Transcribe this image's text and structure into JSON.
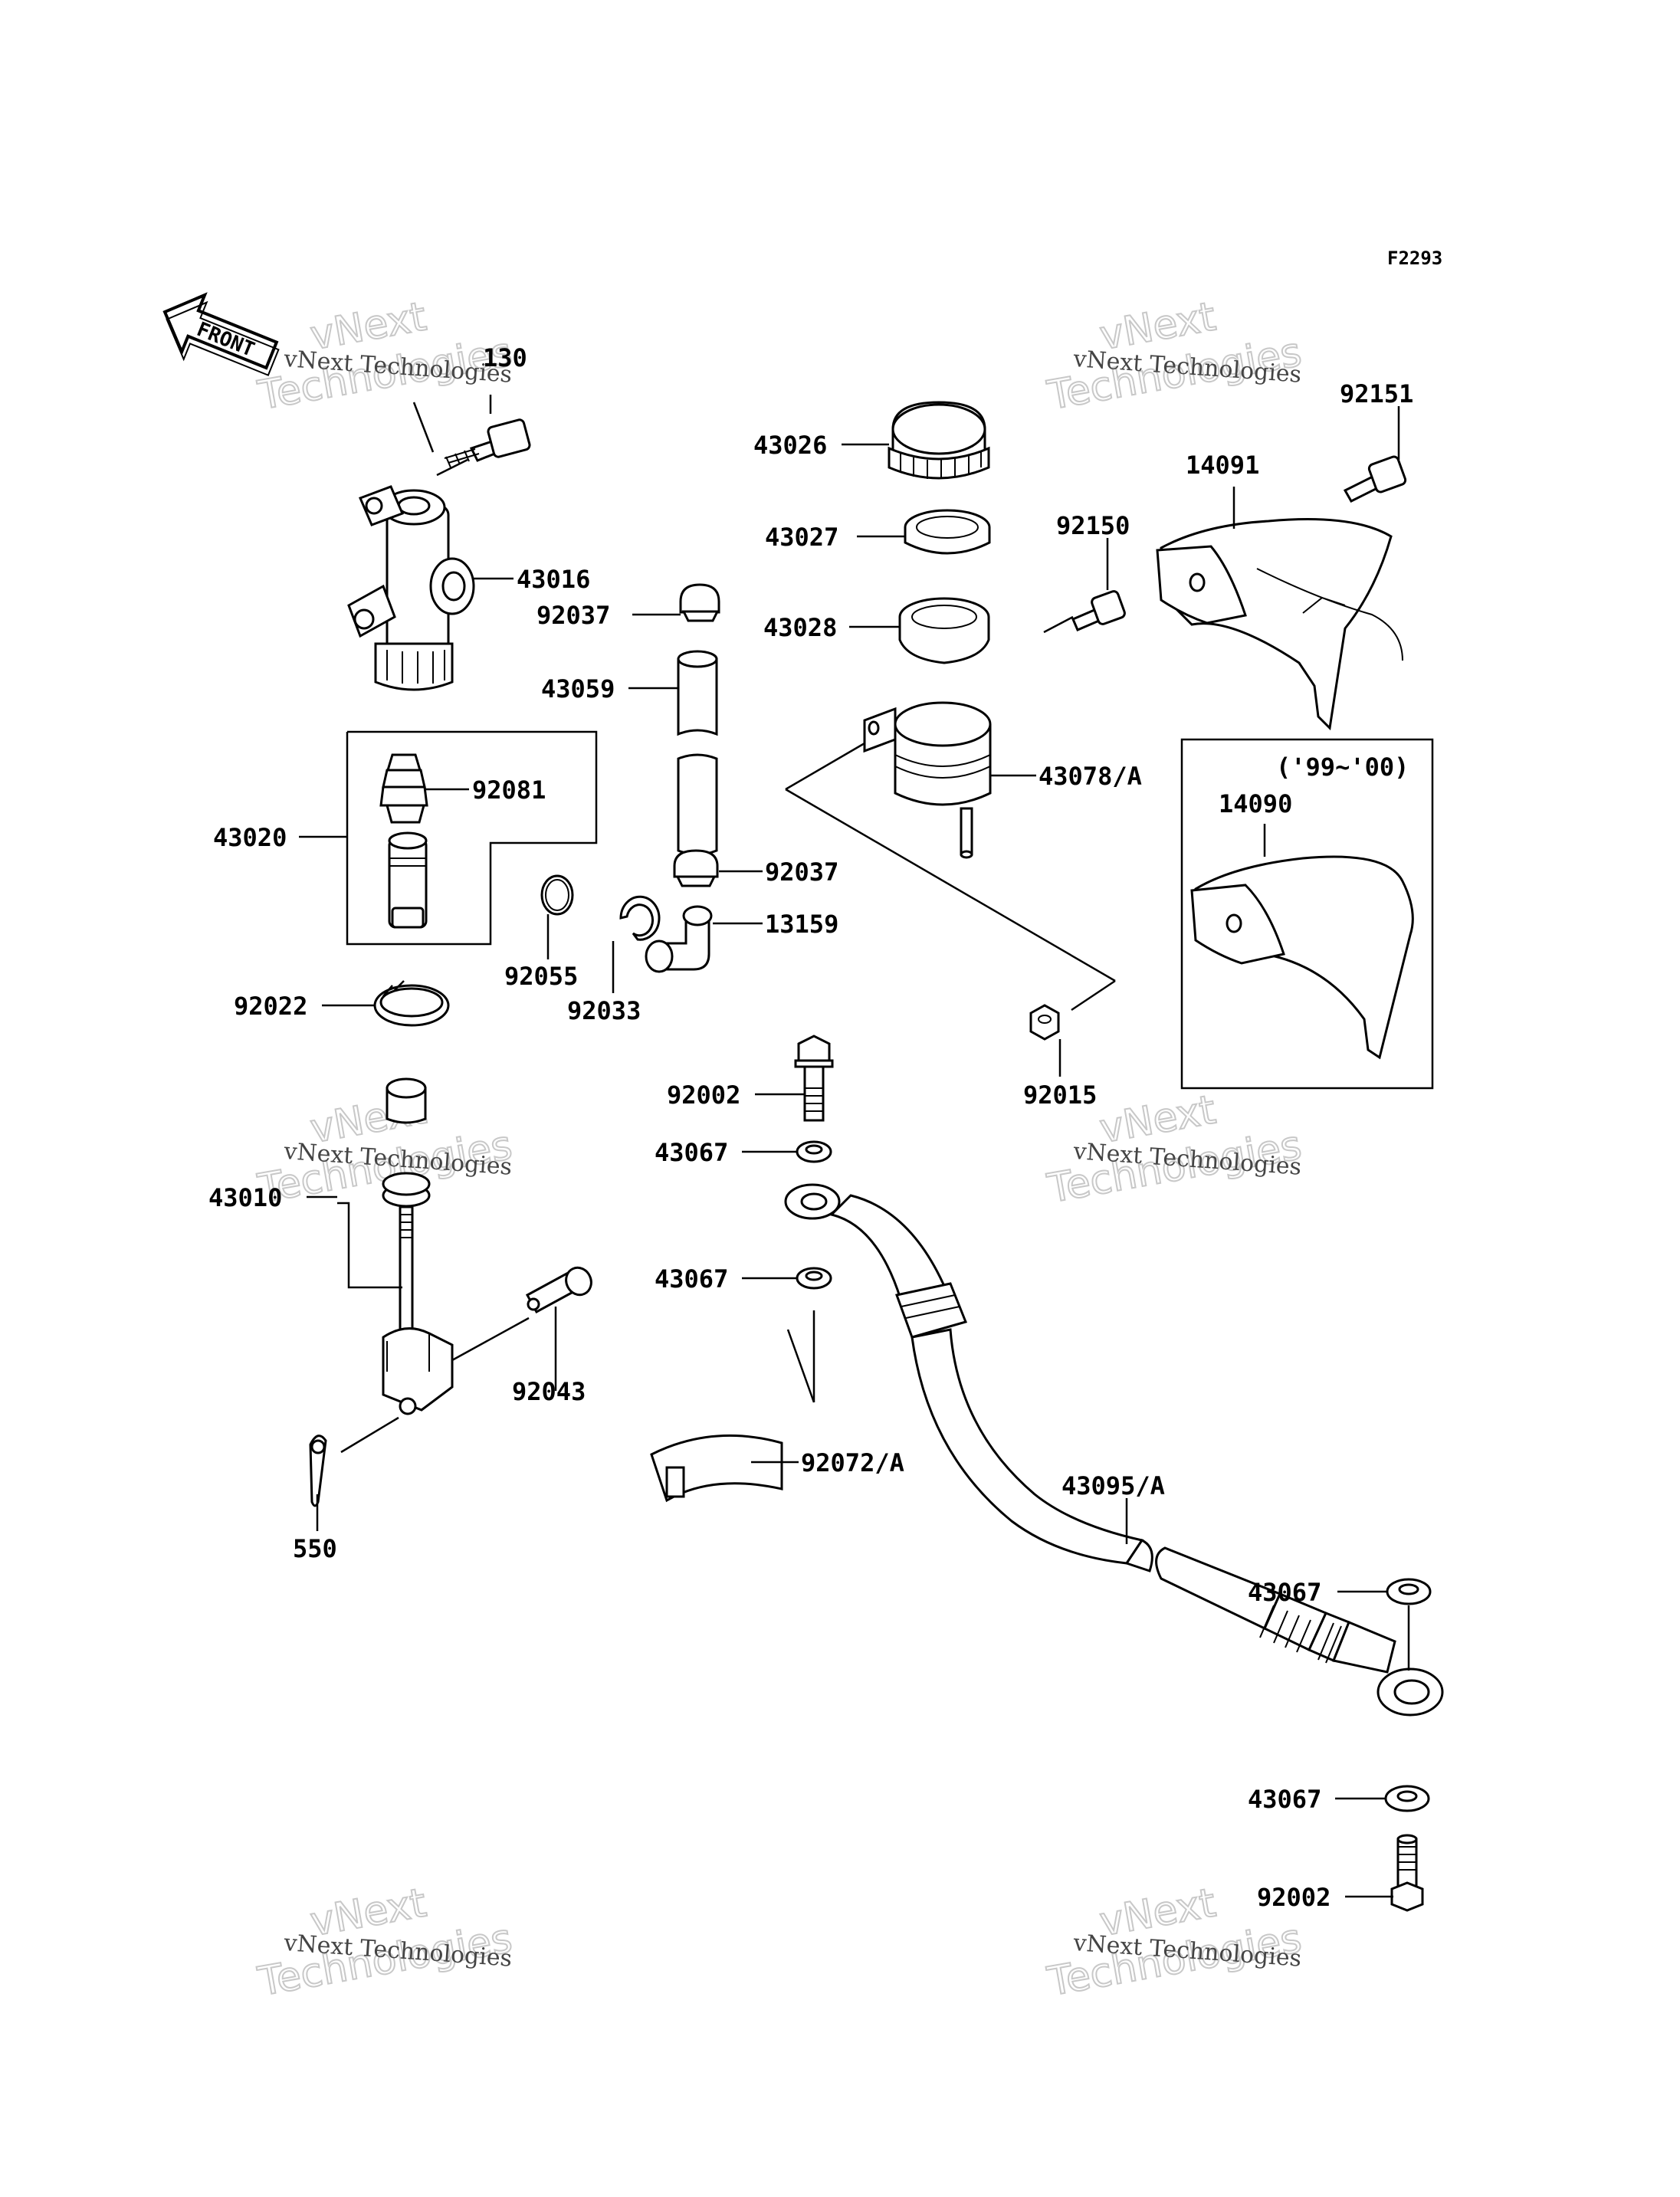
{
  "figure_code": "F2293",
  "front_arrow_label": "FRONT",
  "model_note": "('99~'00)",
  "watermark": {
    "small": "vNext Technologies",
    "top": "vNext",
    "bottom": "Technologies"
  },
  "labels": {
    "p130": "130",
    "p43016": "43016",
    "p92037a": "92037",
    "p43059": "43059",
    "p43020": "43020",
    "p92081": "92081",
    "p92037b": "92037",
    "p13159": "13159",
    "p92055": "92055",
    "p92033": "92033",
    "p92022": "92022",
    "p43026": "43026",
    "p43027": "43027",
    "p43028": "43028",
    "p92150": "92150",
    "p43078A": "43078/A",
    "p92015": "92015",
    "p92151": "92151",
    "p14091": "14091",
    "p14090": "14090",
    "p92002a": "92002",
    "p43067a": "43067",
    "p43067b": "43067",
    "p43010": "43010",
    "p92043": "92043",
    "p550": "550",
    "p92072A": "92072/A",
    "p43095A": "43095/A",
    "p43067c": "43067",
    "p43067d": "43067",
    "p92002b": "92002"
  }
}
